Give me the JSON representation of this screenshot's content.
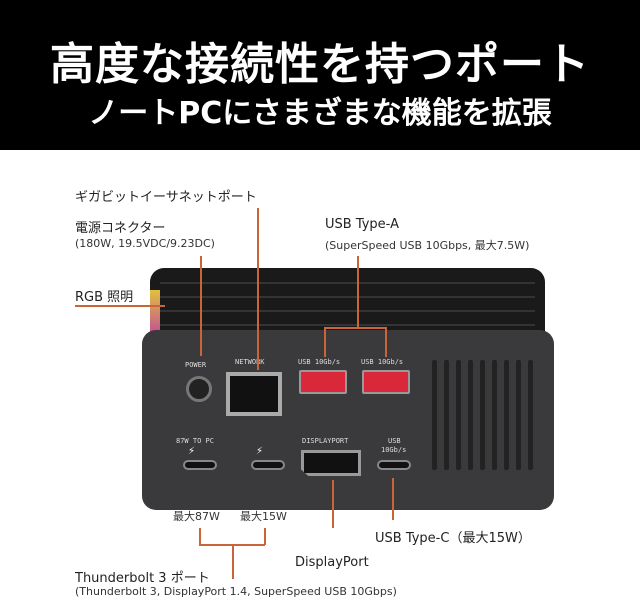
{
  "header": {
    "title": "高度な接続性を持つポート",
    "subtitle": "ノートPCにさまざまな機能を拡張"
  },
  "callouts": {
    "ethernet": "ギガビットイーサネットポート",
    "power": "電源コネクター",
    "power_spec": "(180W, 19.5VDC/9.23DC)",
    "usb_a": "USB Type-A",
    "usb_a_spec": "(SuperSpeed USB 10Gbps, 最大7.5W)",
    "rgb": "RGB 照明",
    "tb_87": "最大87W",
    "tb_15": "最大15W",
    "usb_c": "USB Type-C（最大15W）",
    "displayport": "DisplayPort",
    "thunderbolt": "Thunderbolt 3 ポート",
    "thunderbolt_spec": "(Thunderbolt 3, DisplayPort 1.4, SuperSpeed USB 10Gbps)"
  },
  "device_labels": {
    "power": "POWER",
    "network": "NETWORK",
    "usb1": "USB 10Gb/s",
    "usb2": "USB 10Gb/s",
    "tb1": "87W TO PC",
    "displayport": "DISPLAYPORT",
    "usbc": "USB",
    "usbc2": "10Gb/s"
  },
  "colors": {
    "accent": "#c8663a",
    "header_bg": "#000000"
  }
}
